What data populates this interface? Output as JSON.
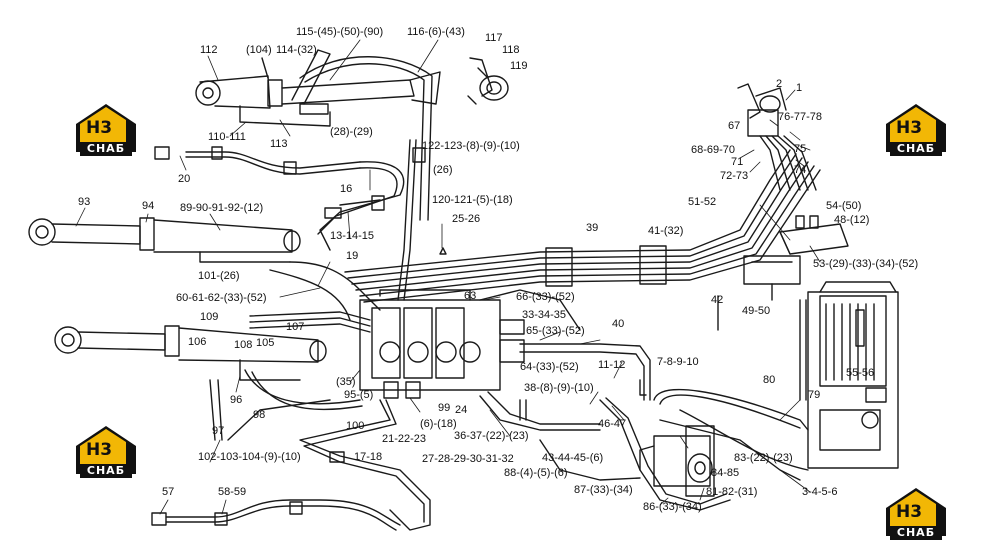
{
  "brand": {
    "mark": "H3",
    "name": "СНАБ",
    "accent": "#f2b705"
  },
  "labels": [
    "112",
    "(104)",
    "114-(32)",
    "115-(45)-(50)-(90)",
    "116-(6)-(43)",
    "117",
    "118",
    "119",
    "110-111",
    "113",
    "(28)-(29)",
    "122-123-(8)-(9)-(10)",
    "20",
    "16",
    "(26)",
    "120-121-(5)-(18)",
    "93",
    "94",
    "89-90-91-92-(12)",
    "13-14-15",
    "25-26",
    "39",
    "41-(32)",
    "51-52",
    "2",
    "1",
    "67",
    "76-77-78",
    "68-69-70",
    "71",
    "72-73",
    "75",
    "74",
    "54-(50)",
    "48-(12)",
    "53-(29)-(33)-(34)-(52)",
    "19",
    "101-(26)",
    "60-61-62-(33)-(52)",
    "63",
    "66-(33)-(52)",
    "42",
    "109",
    "107",
    "33-34-35",
    "65-(33)-(52)",
    "40",
    "49-50",
    "106",
    "108",
    "105",
    "11-12",
    "7-8-9-10",
    "64-(33)-(52)",
    "55-56",
    "(35)",
    "95-(5)",
    "96",
    "99",
    "24",
    "38-(8)-(9)-(10)",
    "80",
    "79",
    "98",
    "97",
    "100",
    "(6)-(18)",
    "46-47",
    "21-22-23",
    "36-37-(22)-(23)",
    "43-44-45-(6)",
    "83-(22)-(23)",
    "102-103-104-(9)-(10)",
    "17-18",
    "27-28-29-30-31-32",
    "88-(4)-(5)-(6)",
    "84-85",
    "3-4-5-6",
    "87-(33)-(34)",
    "81-82-(31)",
    "57",
    "58-59",
    "86-(33)-(34)"
  ]
}
